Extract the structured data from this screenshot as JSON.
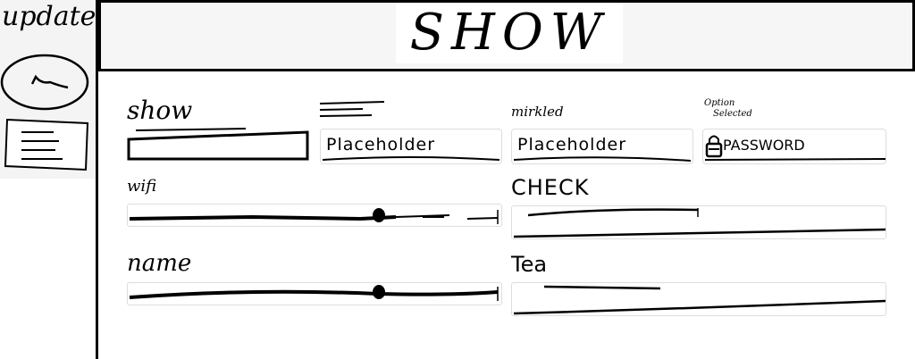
{
  "sidebar": {
    "title": "update"
  },
  "header": {
    "title": "SHOW"
  },
  "form": {
    "show_label": "show",
    "mirkled_label": "mirkled",
    "option_label_line1": "Option",
    "option_label_line2": "Selected",
    "placeholder_1": "Placeholder",
    "placeholder_2": "Placeholder",
    "password_value": "PASSWORD",
    "wifi_label": "wifi",
    "check_label": "CHECK",
    "name_label": "name",
    "tea_label": "Tea"
  },
  "sliders": {
    "wifi_level": 0.67,
    "name_level": 0.67
  },
  "icons": {
    "sidebar_icon": "chat-bubble-icon",
    "sidebar_doc": "document-icon",
    "lock": "lock-icon"
  }
}
